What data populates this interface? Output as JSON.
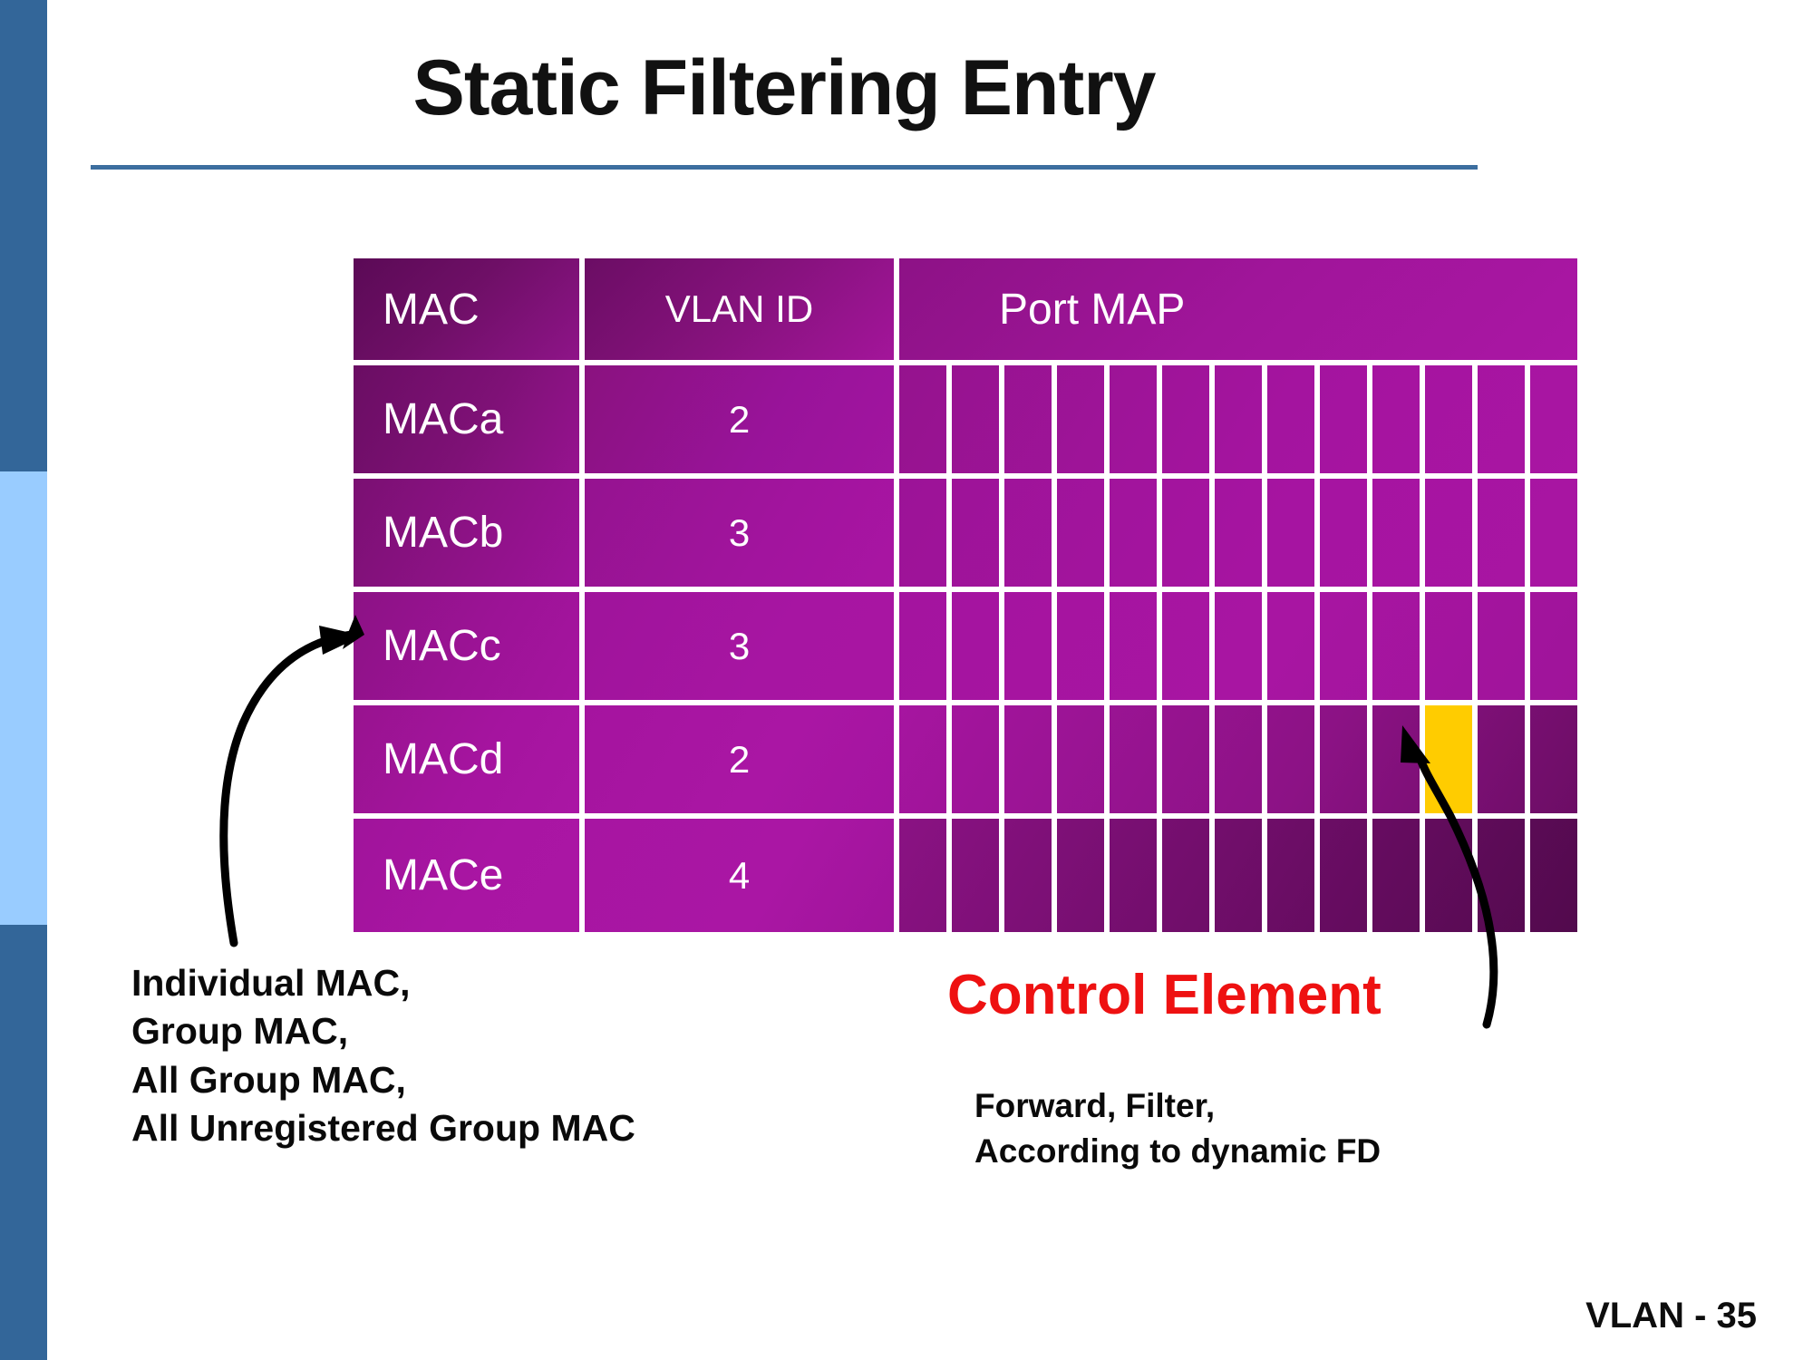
{
  "slide": {
    "title": "Static Filtering Entry",
    "footer": "VLAN - 35"
  },
  "table": {
    "headers": {
      "mac": "MAC",
      "vlan": "VLAN ID",
      "portmap": "Port MAP"
    },
    "rows": [
      {
        "mac": "MACa",
        "vlan": "2"
      },
      {
        "mac": "MACb",
        "vlan": "3"
      },
      {
        "mac": "MACc",
        "vlan": "3"
      },
      {
        "mac": "MACd",
        "vlan": "2"
      },
      {
        "mac": "MACe",
        "vlan": "4"
      }
    ],
    "port_map": {
      "columns": 13,
      "highlight": {
        "row_index": 3,
        "column_index": 10,
        "color": "#FFCC00"
      }
    }
  },
  "annotations": {
    "mac_types": {
      "line1": "Individual MAC,",
      "line2": "Group MAC,",
      "line3": "All Group MAC,",
      "line4": "All Unregistered Group MAC"
    },
    "control_element": {
      "label": "Control Element",
      "color": "#EE1111",
      "line1": "Forward,  Filter,",
      "line2": "According to dynamic FD"
    }
  },
  "theme": {
    "sidebar_dark": "#336699",
    "sidebar_light": "#99CCFF",
    "title_rule": "#3C6E9F",
    "table_magenta": "#A815A2",
    "table_deep_purple": "#5B0A56",
    "highlight_yellow": "#FFCC00"
  }
}
